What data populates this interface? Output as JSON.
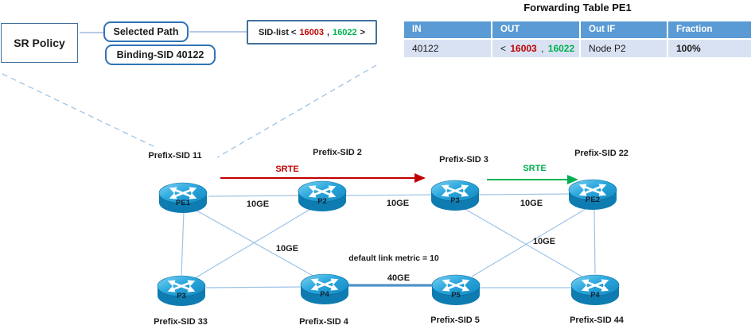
{
  "policy": {
    "sr_policy": "SR Policy",
    "selected_path": "Selected Path",
    "binding_sid": "Binding-SID 40122",
    "sid_list_prefix": "SID-list <",
    "sid1": "16003",
    "sid_sep": ",",
    "sid2": "16022",
    "sid_list_suffix": ">"
  },
  "forwarding_table": {
    "title": "Forwarding Table PE1",
    "headers": {
      "col_in": "IN",
      "col_out": "OUT",
      "col_out_if": "Out IF",
      "col_fraction": "Fraction"
    },
    "row": {
      "in_value": "40122",
      "out_open": "<",
      "out_sid1": "16003",
      "out_sep": ",",
      "out_sid2": "16022",
      "out_close": ">",
      "out_if": "Node P2",
      "fraction": "100%"
    }
  },
  "topology": {
    "nodes": [
      {
        "name": "PE1",
        "prefix_sid": "Prefix-SID 11"
      },
      {
        "name": "P2",
        "prefix_sid": "Prefix-SID 2"
      },
      {
        "name": "P3",
        "prefix_sid": "Prefix-SID 3"
      },
      {
        "name": "PE2",
        "prefix_sid": "Prefix-SID 22"
      },
      {
        "name": "P3",
        "prefix_sid": "Prefix-SID 33"
      },
      {
        "name": "P4",
        "prefix_sid": "Prefix-SID 4"
      },
      {
        "name": "P5",
        "prefix_sid": "Prefix-SID 5"
      },
      {
        "name": "P4",
        "prefix_sid": "Prefix-SID 44"
      }
    ],
    "link_labels": [
      "10GE",
      "10GE",
      "10GE",
      "10GE",
      "10GE",
      "40GE"
    ],
    "srte_red_label": "SRTE",
    "srte_green_label": "SRTE",
    "metric_note": "default link metric = 10"
  },
  "colors": {
    "srte_red": "#C00000",
    "srte_green": "#00B050",
    "table_header_bg": "#5B9BD5",
    "table_row_bg": "#D9E2F3",
    "link_blue": "#9DC3E6",
    "thick_link_blue": "#4E93C9",
    "box_border_blue": "#2E74B5"
  }
}
